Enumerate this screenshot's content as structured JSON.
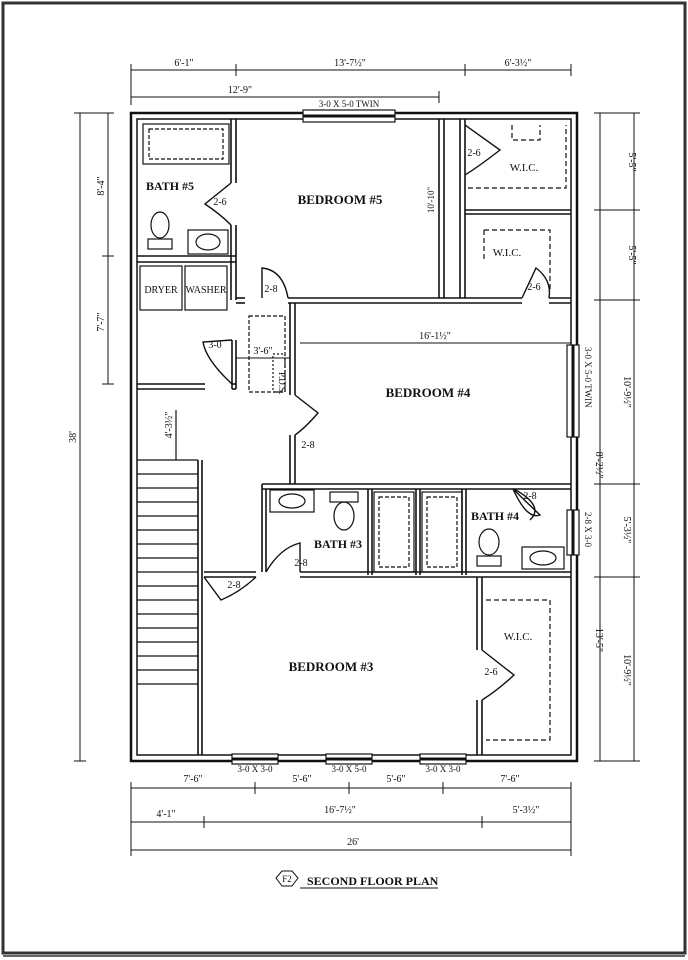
{
  "title": "SECOND FLOOR PLAN",
  "sheet_id": "F2",
  "rooms": {
    "bedroom5": "BEDROOM #5",
    "bedroom4": "BEDROOM #4",
    "bedroom3": "BEDROOM #3",
    "bath5": "BATH #5",
    "bath4": "BATH #4",
    "bath3": "BATH #3",
    "wic_top": "W.I.C.",
    "wic_mid": "W.I.C.",
    "wic_bottom": "W.I.C."
  },
  "appliances": {
    "dryer": "DRYER",
    "washer": "WASHER",
    "pds": "P.D.S."
  },
  "windows": {
    "top": "3-0 X 5-0 TWIN",
    "right_upper": "3-0 X 5-0 TWIN",
    "right_lower": "2-8 X 3-0",
    "bottom_left": "3-0 X 3-0",
    "bottom_mid": "3-0 X 5-0",
    "bottom_right": "3-0 X 3-0"
  },
  "doors": {
    "bath5": "2-6",
    "wic_top": "2-6",
    "wic_mid": "2-6",
    "laundry": "2-8",
    "linen": "3-0",
    "bedroom4": "2-8",
    "bath4": "2-8",
    "bath3": "2-8",
    "bedroom3": "2-8",
    "wic_bottom": "2-6"
  },
  "dimensions": {
    "top_1": "6'-1\"",
    "top_2": "13'-7½\"",
    "top_3": "6'-3½\"",
    "top_overall": "12'-9\"",
    "left_1": "8'-4\"",
    "left_2": "7'-7\"",
    "left_overall": "38'",
    "stair": "4'-3½\"",
    "right_1": "5'-5\"",
    "right_2": "5'-5\"",
    "right_3": "10'-9½\"",
    "right_4": "8'-2½\"",
    "right_5": "5'-3½\"",
    "right_6": "13'-5\"",
    "right_7": "10'-9½\"",
    "hall_width": "16'-1½\"",
    "hall_closet": "3'-6\"",
    "bwin_1": "7'-6\"",
    "bwin_2": "5'-6\"",
    "bwin_3": "5'-6\"",
    "bwin_4": "7'-6\"",
    "bottom_1": "4'-1\"",
    "bottom_2": "16'-7½\"",
    "bottom_3": "5'-3½\"",
    "bottom_overall": "26'"
  }
}
